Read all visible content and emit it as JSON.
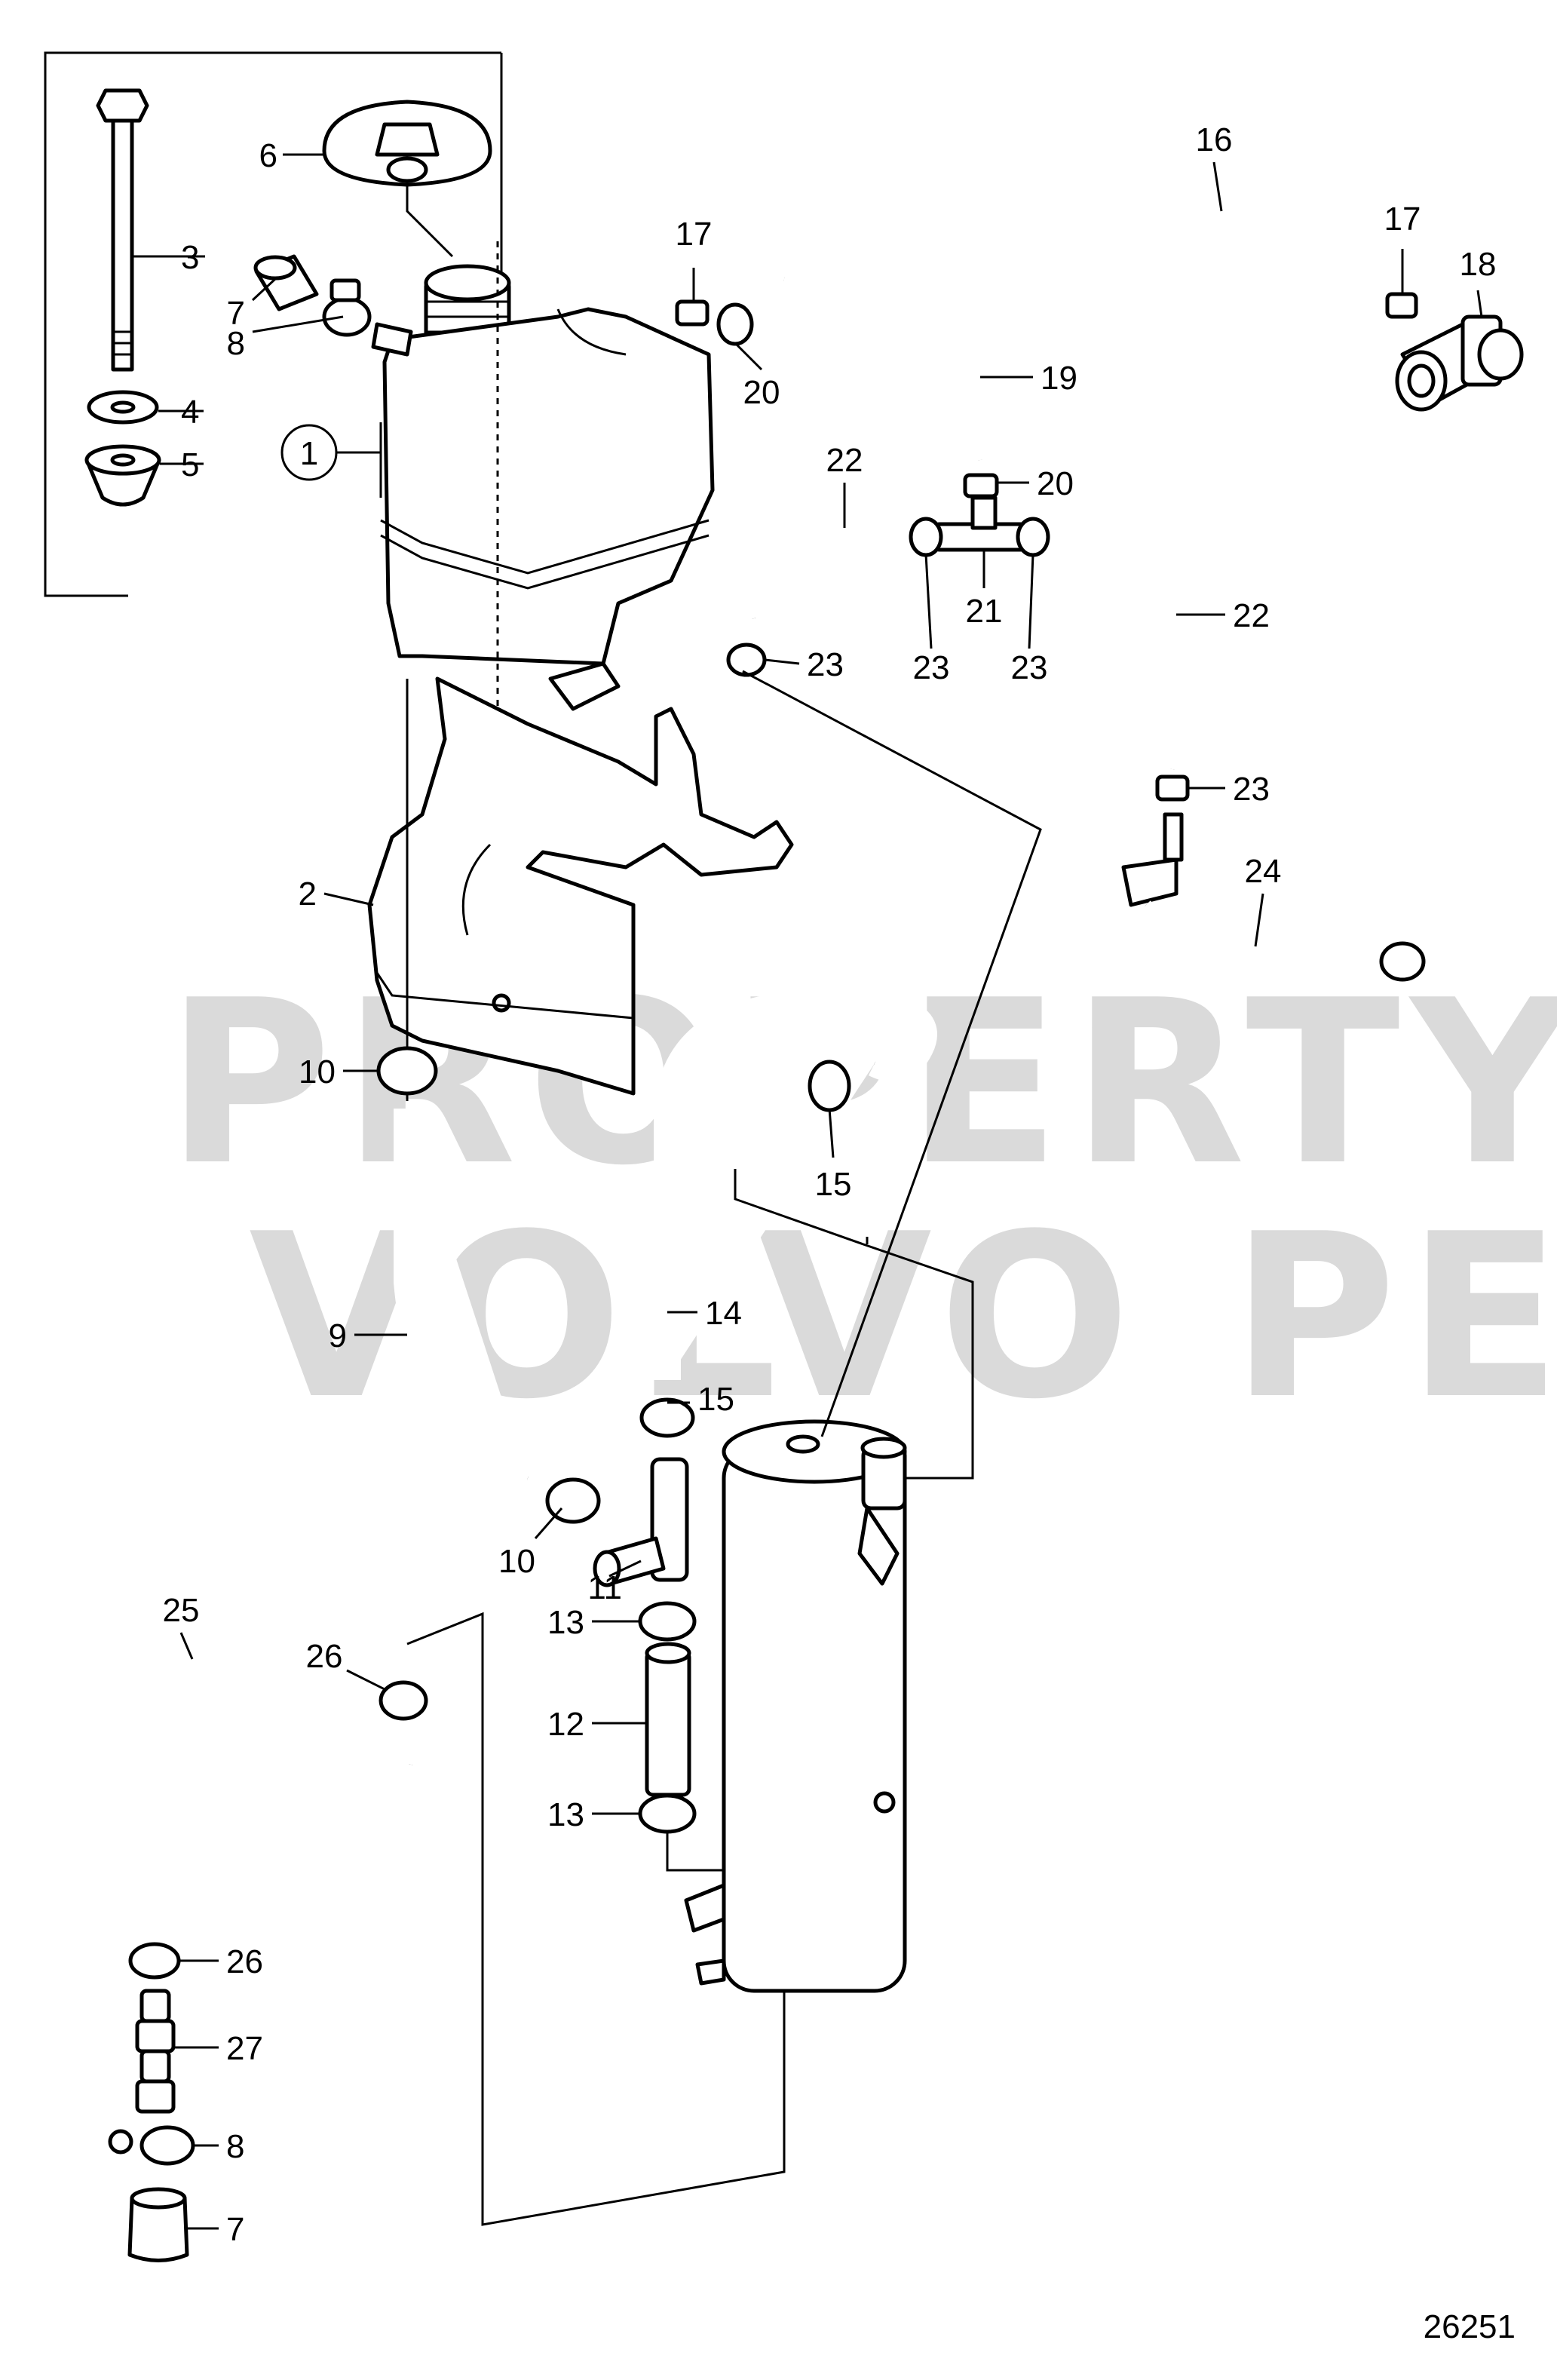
{
  "watermark": {
    "line1": "PROPERTY OF",
    "line2": "VOLVO PENTA"
  },
  "drawing_number": "26251",
  "labels": {
    "l1": "1",
    "l2": "2",
    "l3": "3",
    "l4": "4",
    "l5": "5",
    "l6": "6",
    "l7a": "7",
    "l7b": "7",
    "l8a": "8",
    "l8b": "8",
    "l9": "9",
    "l10a": "10",
    "l10b": "10",
    "l11": "11",
    "l12": "12",
    "l13a": "13",
    "l13b": "13",
    "l14": "14",
    "l15a": "15",
    "l15b": "15",
    "l16": "16",
    "l17a": "17",
    "l17b": "17",
    "l18": "18",
    "l19": "19",
    "l20a": "20",
    "l20b": "20",
    "l21": "21",
    "l22a": "22",
    "l22b": "22",
    "l23a": "23",
    "l23b": "23",
    "l23c": "23",
    "l23d": "23",
    "l24": "24",
    "l25": "25",
    "l26a": "26",
    "l26b": "26",
    "l27": "27"
  }
}
